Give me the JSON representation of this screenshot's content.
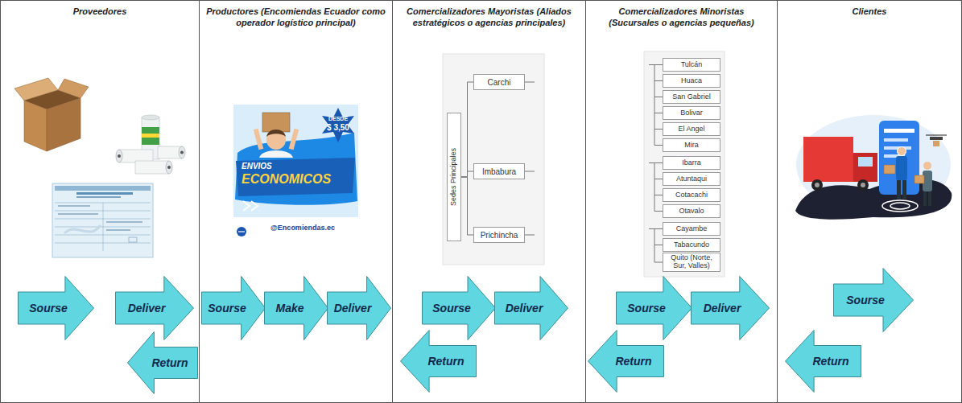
{
  "diagram": {
    "nodes": [
      {
        "text": [
          "Proveedores"
        ]
      },
      {
        "text": [
          "Sourse"
        ],
        "in": 0
      },
      {
        "text": [
          "Deliver"
        ],
        "in": 0
      },
      {
        "text": [
          "Return"
        ],
        "in": 0
      },
      {
        "text": [
          "Productores (Encomiendas Ecuador como operador logístico principal)"
        ]
      },
      {
        "text": [
          "Sourse"
        ],
        "in": 4
      },
      {
        "text": [
          "Make"
        ],
        "in": 4
      },
      {
        "text": [
          "Deliver"
        ],
        "in": 4
      },
      {
        "text": [
          "Comercializadores Mayoristas (Aliados estratégicos o agencias principales)"
        ]
      },
      {
        "text": [
          "Sedes Principales"
        ],
        "in": 8
      },
      {
        "text": [
          "Carchi"
        ],
        "in": 8
      },
      {
        "text": [
          "Imbabura"
        ],
        "in": 8
      },
      {
        "text": [
          "Prichincha"
        ],
        "in": 8
      },
      {
        "text": [
          "Sourse"
        ],
        "in": 8
      },
      {
        "text": [
          "Deliver"
        ],
        "in": 8
      },
      {
        "text": [
          "Return"
        ],
        "in": 8
      },
      {
        "text": [
          "Comercializadores Minoristas (Sucursales o agencias pequeñas)"
        ]
      },
      {
        "text": [
          "Tulcán"
        ],
        "in": 16
      },
      {
        "text": [
          "Huaca"
        ],
        "in": 16
      },
      {
        "text": [
          "San Gabriel"
        ],
        "in": 16
      },
      {
        "text": [
          "Bolivar"
        ],
        "in": 16
      },
      {
        "text": [
          "El Angel"
        ],
        "in": 16
      },
      {
        "text": [
          "Mira"
        ],
        "in": 16
      },
      {
        "text": [
          "Ibarra"
        ],
        "in": 16
      },
      {
        "text": [
          "Atuntaqui"
        ],
        "in": 16
      },
      {
        "text": [
          "Cotacachi"
        ],
        "in": 16
      },
      {
        "text": [
          "Otavalo"
        ],
        "in": 16
      },
      {
        "text": [
          "Cayambe"
        ],
        "in": 16
      },
      {
        "text": [
          "Tabacundo"
        ],
        "in": 16
      },
      {
        "text": [
          "Quito (Norte, Sur, Valles)"
        ],
        "in": 16
      },
      {
        "text": [
          "Sourse"
        ],
        "in": 16
      },
      {
        "text": [
          "Deliver"
        ],
        "in": 16
      },
      {
        "text": [
          "Return"
        ],
        "in": 16
      },
      {
        "text": [
          "Clientes"
        ]
      },
      {
        "text": [
          "Sourse"
        ],
        "in": 33
      },
      {
        "text": [
          "Return"
        ],
        "in": 33
      }
    ],
    "edges": [
      {
        "from": 9,
        "to": 10,
        "arrow": "none"
      },
      {
        "from": 9,
        "to": 11,
        "arrow": "none"
      },
      {
        "from": 9,
        "to": 12,
        "arrow": "none"
      }
    ],
    "labels": [
      "DESDE",
      "$ 3,50",
      "ENVIOS",
      "ECONOMICOS",
      "@Encomiendas.ec"
    ]
  }
}
